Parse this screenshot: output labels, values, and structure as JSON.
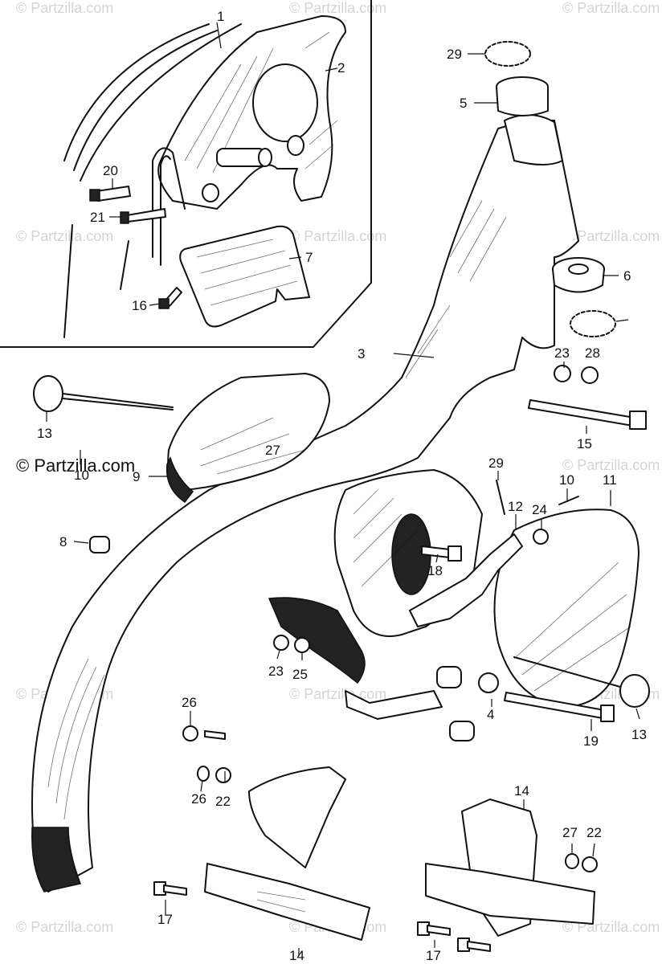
{
  "brand_text": "© Partzilla.com",
  "watermark_text": "© Partzilla.com",
  "callouts": [
    {
      "id": "c1",
      "label": "1"
    },
    {
      "id": "c2",
      "label": "2"
    },
    {
      "id": "c3",
      "label": "3"
    },
    {
      "id": "c4",
      "label": "4"
    },
    {
      "id": "c5",
      "label": "5"
    },
    {
      "id": "c6",
      "label": "6"
    },
    {
      "id": "c7",
      "label": "7"
    },
    {
      "id": "c8",
      "label": "8"
    },
    {
      "id": "c9",
      "label": "9"
    },
    {
      "id": "c10a",
      "label": "10"
    },
    {
      "id": "c10b",
      "label": "10"
    },
    {
      "id": "c11",
      "label": "11"
    },
    {
      "id": "c12",
      "label": "12"
    },
    {
      "id": "c13a",
      "label": "13"
    },
    {
      "id": "c13b",
      "label": "13"
    },
    {
      "id": "c14a",
      "label": "14"
    },
    {
      "id": "c14b",
      "label": "14"
    },
    {
      "id": "c15",
      "label": "15"
    },
    {
      "id": "c16",
      "label": "16"
    },
    {
      "id": "c17a",
      "label": "17"
    },
    {
      "id": "c17b",
      "label": "17"
    },
    {
      "id": "c18",
      "label": "18"
    },
    {
      "id": "c19",
      "label": "19"
    },
    {
      "id": "c20",
      "label": "20"
    },
    {
      "id": "c21",
      "label": "21"
    },
    {
      "id": "c22a",
      "label": "22"
    },
    {
      "id": "c22b",
      "label": "22"
    },
    {
      "id": "c23a",
      "label": "23"
    },
    {
      "id": "c23b",
      "label": "23"
    },
    {
      "id": "c24",
      "label": "24"
    },
    {
      "id": "c25",
      "label": "25"
    },
    {
      "id": "c26a",
      "label": "26"
    },
    {
      "id": "c26b",
      "label": "26"
    },
    {
      "id": "c27a",
      "label": "27"
    },
    {
      "id": "c27b",
      "label": "27"
    },
    {
      "id": "c28",
      "label": "28"
    },
    {
      "id": "c29a",
      "label": "29"
    },
    {
      "id": "c29b",
      "label": "29"
    }
  ]
}
